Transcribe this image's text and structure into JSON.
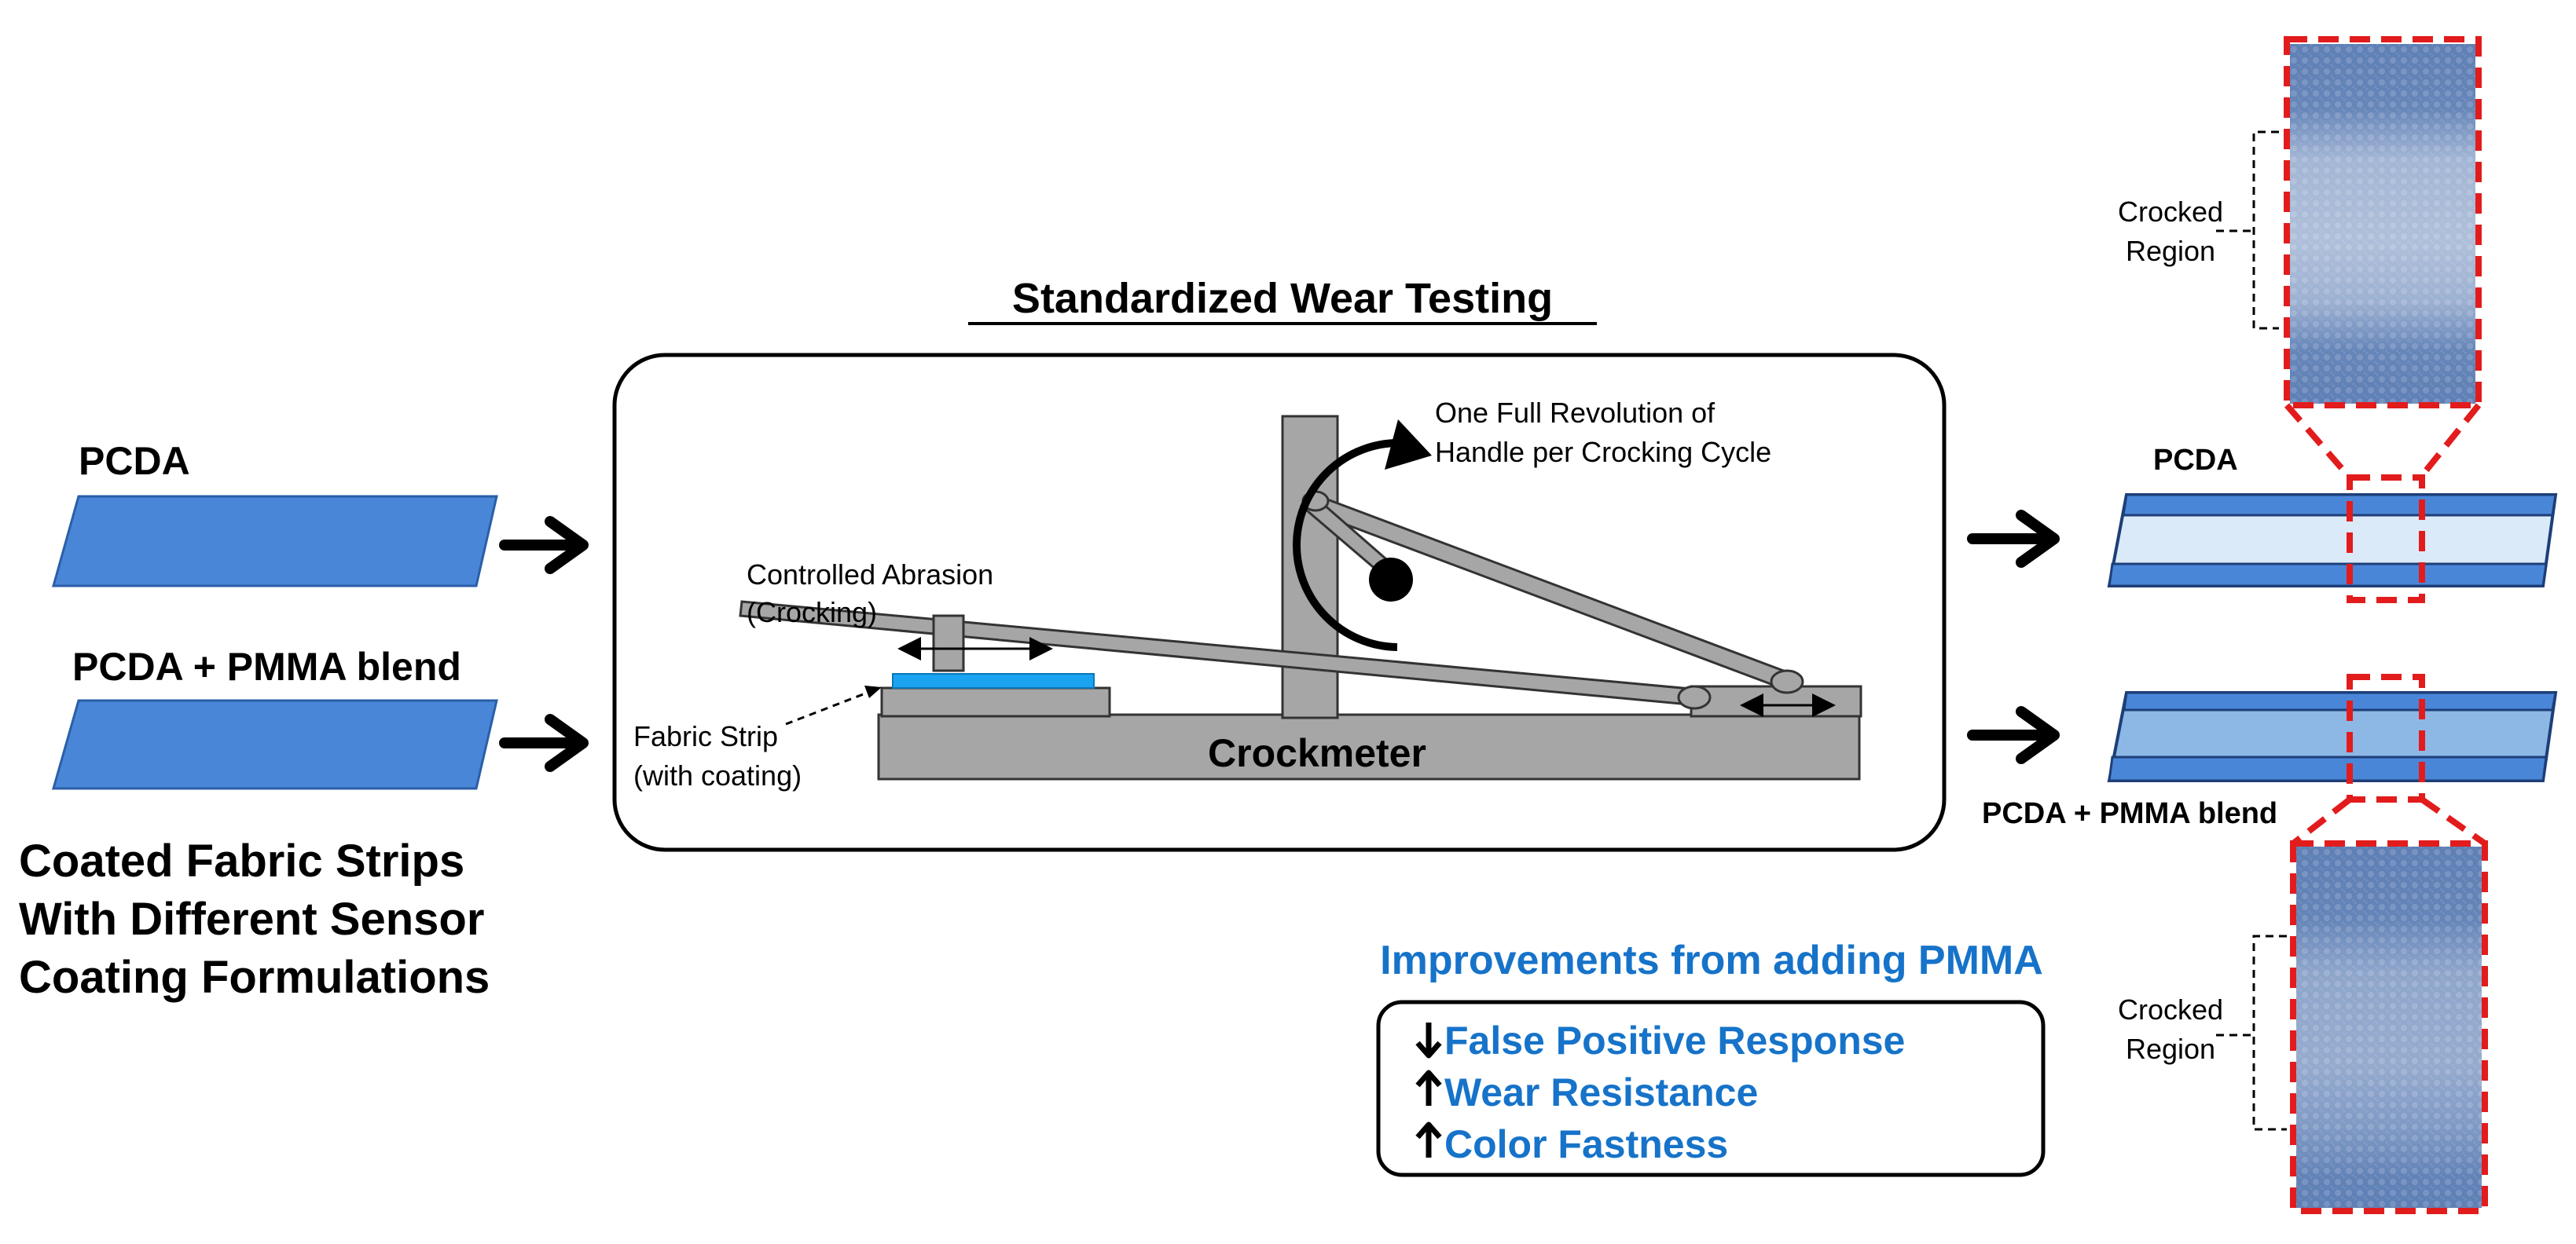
{
  "title": "Standardized Wear Testing",
  "inputs": {
    "pcda_label": "PCDA",
    "blend_label": "PCDA + PMMA blend",
    "caption_lines": [
      "Coated Fabric Strips",
      "With Different Sensor",
      "Coating Formulations"
    ]
  },
  "apparatus": {
    "revolution_lines": [
      "One Full Revolution of",
      "Handle per Crocking Cycle"
    ],
    "abrasion_lines": [
      "Controlled Abrasion",
      "(Crocking)"
    ],
    "fabric_lines": [
      "Fabric Strip",
      "(with coating)"
    ],
    "base_label": "Crockmeter"
  },
  "outputs": {
    "pcda_label": "PCDA",
    "blend_label": "PCDA + PMMA blend",
    "crocked_lines_top": [
      "Crocked",
      "Region"
    ],
    "crocked_lines_bottom": [
      "Crocked",
      "Region"
    ]
  },
  "improvements": {
    "heading": "Improvements from adding PMMA",
    "items": [
      {
        "direction": "down",
        "label": "False Positive Response"
      },
      {
        "direction": "up",
        "label": "Wear Resistance"
      },
      {
        "direction": "up",
        "label": "Color Fastness"
      }
    ]
  },
  "colors": {
    "strip_blue": "#4a86d8",
    "strip_light": "#dbeaf8",
    "strip_mid": "#8db8e6",
    "machine_gray": "#a6a6a6",
    "coating_cyan": "#1aa3f0",
    "dash_red": "#e21c1c",
    "improve_blue": "#1673c9",
    "photo_blue": "#5d7fb4"
  },
  "icons": [
    "right-arrow-icon",
    "rotation-arrow-icon",
    "double-arrow-icon",
    "down-arrow-icon",
    "up-arrow-icon"
  ]
}
